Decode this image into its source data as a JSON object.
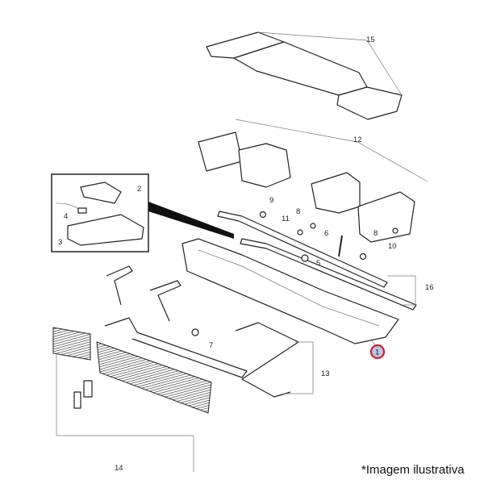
{
  "diagram": {
    "callouts": [
      {
        "id": "c15",
        "label": "15"
      },
      {
        "id": "c12",
        "label": "12"
      },
      {
        "id": "c2",
        "label": "2"
      },
      {
        "id": "c4",
        "label": "4"
      },
      {
        "id": "c3",
        "label": "3"
      },
      {
        "id": "c9",
        "label": "9"
      },
      {
        "id": "c8a",
        "label": "8"
      },
      {
        "id": "c11",
        "label": "11"
      },
      {
        "id": "c6",
        "label": "6"
      },
      {
        "id": "c8b",
        "label": "8"
      },
      {
        "id": "c10",
        "label": "10"
      },
      {
        "id": "c5",
        "label": "5"
      },
      {
        "id": "c16",
        "label": "16"
      },
      {
        "id": "c7",
        "label": "7"
      },
      {
        "id": "c13",
        "label": "13"
      },
      {
        "id": "c14",
        "label": "14"
      }
    ],
    "highlighted": {
      "label": "1",
      "ring_color": "#d0202a",
      "fill_color": "#b9c8e4"
    }
  },
  "caption": "*Imagem ilustrativa"
}
